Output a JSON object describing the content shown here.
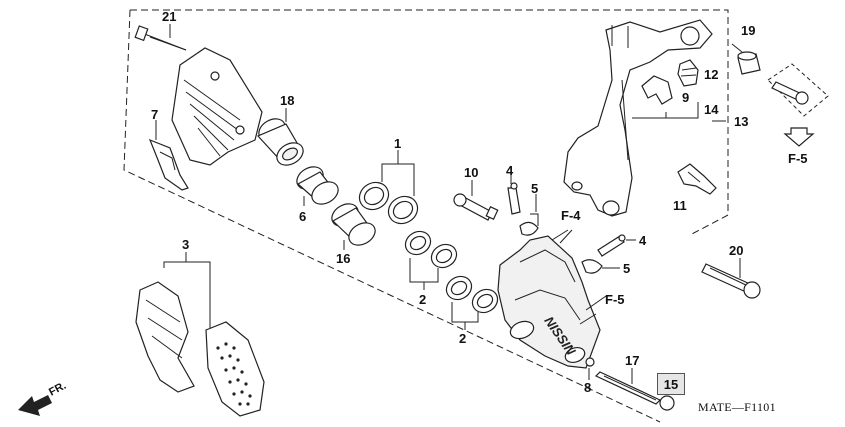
{
  "callouts": {
    "c1": "1",
    "c2a": "2",
    "c2b": "2",
    "c3": "3",
    "c4a": "4",
    "c4b": "4",
    "c5a": "5",
    "c5b": "5",
    "c6": "6",
    "c7": "7",
    "c8": "8",
    "c9": "9",
    "c10": "10",
    "c11": "11",
    "c12": "12",
    "c13": "13",
    "c14": "14",
    "c15": "15",
    "c16": "16",
    "c17": "17",
    "c18": "18",
    "c19": "19",
    "c20": "20",
    "c21": "21"
  },
  "refs": {
    "f4": "F-4",
    "f5a": "F-5",
    "f5b": "F-5"
  },
  "fr_label": "FR.",
  "diagram_code": "MATE—F1101",
  "caliper_brand": "NISSIN"
}
